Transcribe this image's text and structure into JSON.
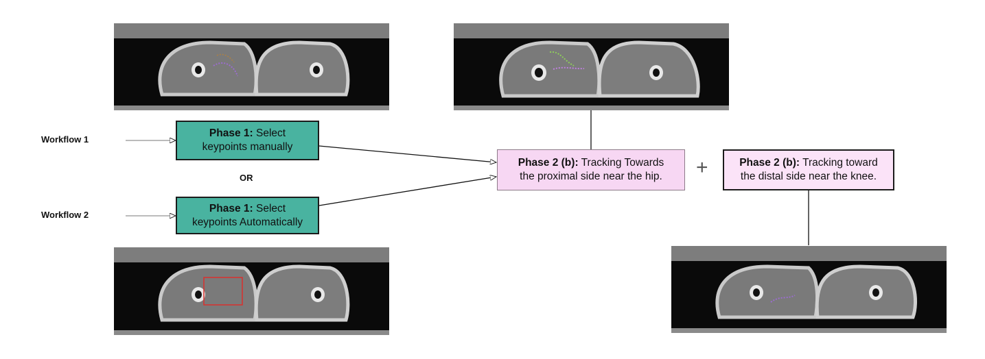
{
  "workflow1": {
    "label": "Workflow 1",
    "phase_bold": "Phase 1:",
    "phase_line1": " Select",
    "phase_line2": "keypoints manually"
  },
  "workflow2": {
    "label": "Workflow 2",
    "phase_bold": "Phase 1:",
    "phase_line1": " Select",
    "phase_line2": "keypoints Automatically"
  },
  "or_label": "OR",
  "phase2_hip": {
    "bold": "Phase 2 (b):",
    "line1": " Tracking Towards",
    "line2": "the proximal side near the hip."
  },
  "phase2_knee": {
    "bold": "Phase 2 (b):",
    "line1": " Tracking toward",
    "line2": "the distal side near the knee."
  },
  "plus_symbol": "+",
  "colors": {
    "phase1_box": "#49b3a0",
    "phase2_hip_box": "#f7d7f3",
    "phase2_knee_box": "#fbe3f8",
    "roi_box": "#d9302c"
  }
}
